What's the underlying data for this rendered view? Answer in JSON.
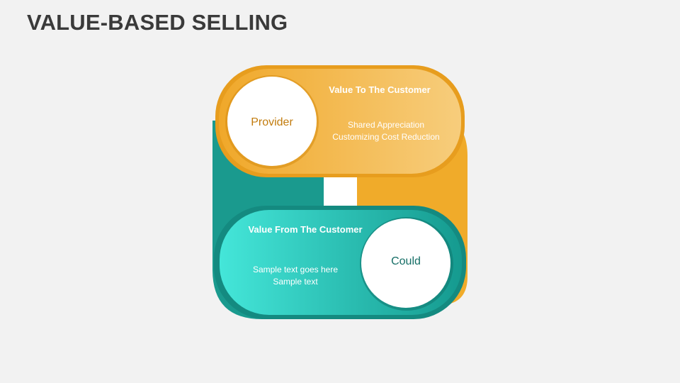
{
  "page": {
    "title": "VALUE-BASED SELLING"
  },
  "top_block": {
    "circle_label": "Provider",
    "heading": "Value To The Customer",
    "lines": [
      "Shared Appreciation",
      "Customizing Cost Reduction"
    ]
  },
  "bottom_block": {
    "circle_label": "Could",
    "heading": "Value From The Customer",
    "lines": [
      "Sample text goes here",
      "Sample text"
    ]
  },
  "colors": {
    "orange": "#f0ab2a",
    "orange_dark": "#e79d1e",
    "orange_light": "#f6cb78",
    "teal": "#1a9a8e",
    "teal_dark": "#148a80",
    "teal_light": "#42e3d6",
    "circle_fill": "#ffffff",
    "provider_text": "#c27c0e",
    "could_text": "#156e66",
    "title_text": "#3a3a3a"
  }
}
